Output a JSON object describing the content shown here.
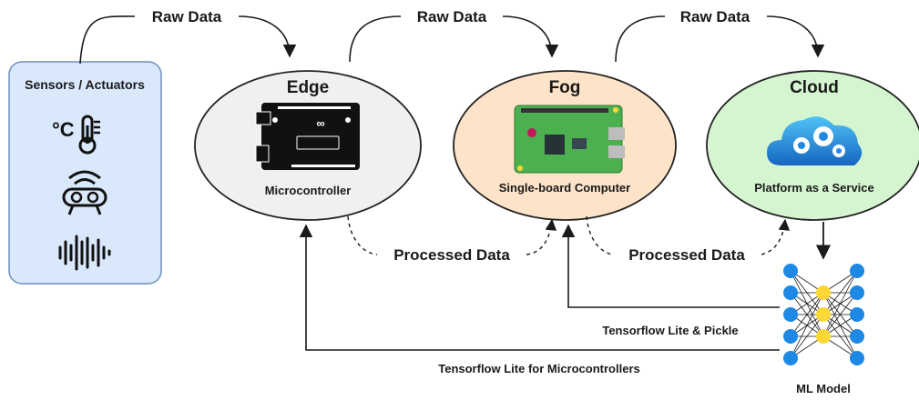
{
  "nodes": {
    "sensors": {
      "title": "Sensors / Actuators",
      "icons": [
        "thermometer-icon",
        "proximity-sensor-icon",
        "sound-wave-icon"
      ]
    },
    "edge": {
      "title": "Edge",
      "subtitle": "Microcontroller",
      "icon": "arduino-board-icon"
    },
    "fog": {
      "title": "Fog",
      "subtitle": "Single-board Computer",
      "icon": "raspberry-pi-board-icon"
    },
    "cloud": {
      "title": "Cloud",
      "subtitle": "Platform as a Service",
      "icon": "cloud-gears-icon"
    },
    "ml": {
      "title": "ML Model",
      "icon": "neural-network-icon"
    }
  },
  "edges": {
    "raw_data_1": "Raw Data",
    "raw_data_2": "Raw Data",
    "raw_data_3": "Raw Data",
    "processed_data_1": "Processed Data",
    "processed_data_2": "Processed Data",
    "tflite_pickle": "Tensorflow Lite & Pickle",
    "tflite_micro": "Tensorflow Lite for Microcontrollers"
  },
  "colors": {
    "sensors_fill": "#dae8fc",
    "sensors_stroke": "#6c8ebf",
    "edge_fill": "#f0f0f0",
    "fog_fill": "#fde3c8",
    "cloud_fill": "#d5f5d0",
    "nn_blue": "#1e88e5",
    "nn_yellow": "#fdd835",
    "pcb_green": "#4caf50"
  }
}
